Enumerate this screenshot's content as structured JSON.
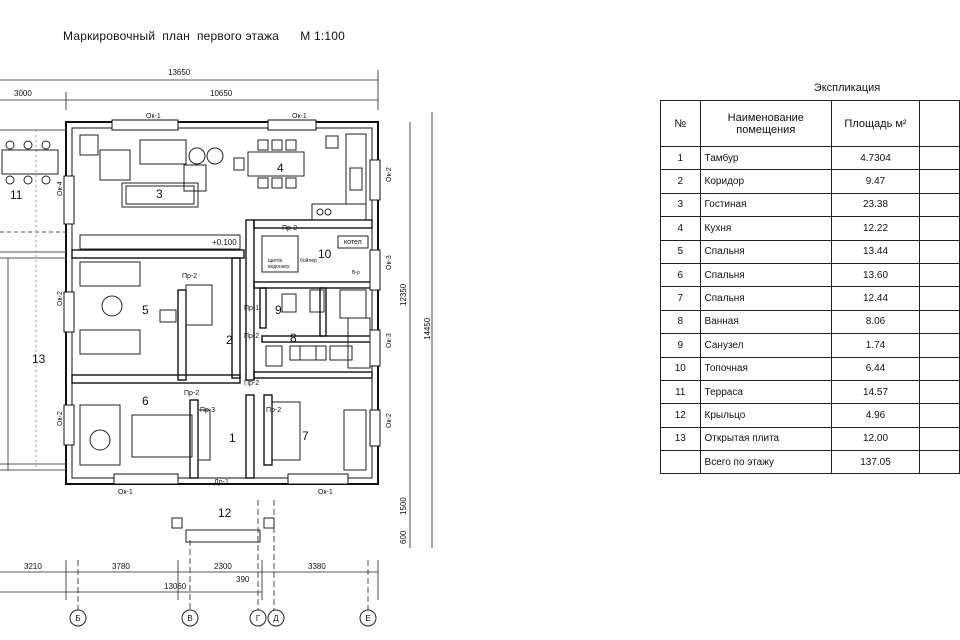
{
  "title": "Маркировочный  план  первого этажа      М 1:100",
  "explication": {
    "title": "Экспликация",
    "headers": [
      "№",
      "Наименование помещения",
      "Площадь м²"
    ],
    "rows": [
      {
        "num": "1",
        "name": "Тамбур",
        "area": "4.7304"
      },
      {
        "num": "2",
        "name": "Коридор",
        "area": "9.47"
      },
      {
        "num": "3",
        "name": "Гостиная",
        "area": "23.38"
      },
      {
        "num": "4",
        "name": "Кухня",
        "area": "12.22"
      },
      {
        "num": "5",
        "name": "Спальня",
        "area": "13.44"
      },
      {
        "num": "6",
        "name": "Спальня",
        "area": "13.60"
      },
      {
        "num": "7",
        "name": "Спальня",
        "area": "12.44"
      },
      {
        "num": "8",
        "name": "Ванная",
        "area": "8.06"
      },
      {
        "num": "9",
        "name": "Санузел",
        "area": "1.74"
      },
      {
        "num": "10",
        "name": "Топочная",
        "area": "6.44"
      },
      {
        "num": "11",
        "name": "Терраса",
        "area": "14.57"
      },
      {
        "num": "12",
        "name": "Крыльцо",
        "area": "4.96"
      },
      {
        "num": "13",
        "name": "Открытая плита",
        "area": "12.00"
      }
    ],
    "total": {
      "name": "Всего по этажу",
      "area": "137.05"
    }
  },
  "plan": {
    "rooms": [
      "1",
      "2",
      "3",
      "4",
      "5",
      "6",
      "7",
      "8",
      "9",
      "10",
      "11",
      "12",
      "13"
    ],
    "dims_top": [
      "13650",
      "3000",
      "10650"
    ],
    "dims_bottom": [
      "3210",
      "3780",
      "2300",
      "3380",
      "13060",
      "390"
    ],
    "dims_right": [
      "12350",
      "14450",
      "1500",
      "600"
    ],
    "axes": [
      "Б",
      "В",
      "Г",
      "Д",
      "Е"
    ],
    "windows": [
      "Ок-1",
      "Ок-1",
      "Ок-1",
      "Ок-1",
      "Ок-2",
      "Ок-3",
      "Ок-3",
      "Ок-2",
      "Ок-4",
      "Ок-2",
      "Ок-2"
    ],
    "doors": [
      "Пр-2",
      "Пр-2",
      "Пр-1",
      "Пр-2",
      "Пр-2",
      "Пр-2",
      "Пр-3",
      "Пр-2",
      "Др-1"
    ],
    "elevation": "+0.100",
    "boiler": "котел",
    "fixtures": [
      "щиток",
      "водонагр.",
      "бойлер",
      "В-р"
    ]
  }
}
